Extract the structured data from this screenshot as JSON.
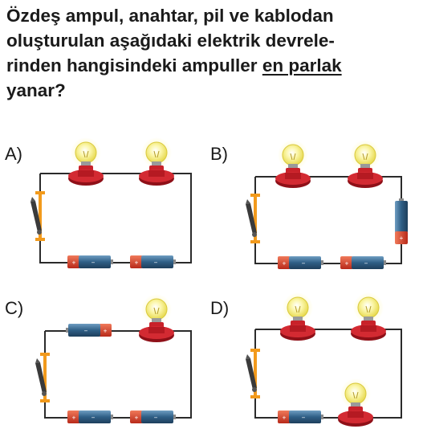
{
  "question": {
    "line1": "Özdeş ampul, anahtar, pil ve kablodan",
    "line2": "oluşturulan aşağıdaki elektrik devrele-",
    "line3_pre": "rinden hangisindeki ampuller ",
    "line3_underlined": "en parlak",
    "line4": "yanar?"
  },
  "options": [
    {
      "label": "A)",
      "components": {
        "bulbs": 2,
        "batteries": 2,
        "switch": "open"
      }
    },
    {
      "label": "B)",
      "components": {
        "bulbs": 2,
        "batteries": 3,
        "switch": "open"
      }
    },
    {
      "label": "C)",
      "components": {
        "bulbs": 1,
        "batteries": 3,
        "switch": "open"
      }
    },
    {
      "label": "D)",
      "components": {
        "bulbs": 3,
        "batteries": 1,
        "switch": "open"
      }
    }
  ],
  "colors": {
    "wire": "#2b2b2b",
    "bulb_glass": "#f5ee7a",
    "bulb_base": "#c8222a",
    "battery_body": "#3c6a8e",
    "battery_cap": "#d8402a",
    "switch": "#f29a1c"
  }
}
